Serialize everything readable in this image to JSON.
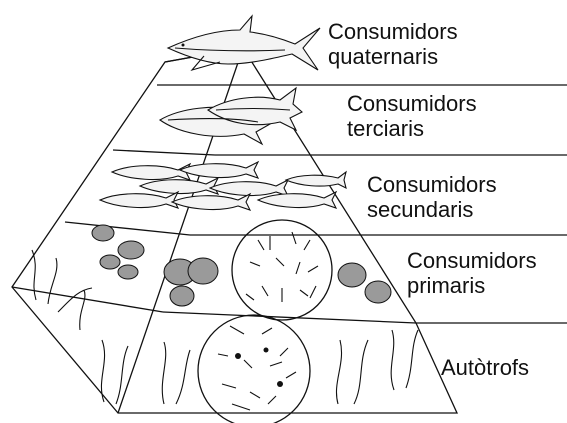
{
  "levels": [
    {
      "lines": [
        "Consumidors",
        "quaternaris"
      ]
    },
    {
      "lines": [
        "Consumidors",
        "terciaris"
      ]
    },
    {
      "lines": [
        "Consumidors",
        "secundaris"
      ]
    },
    {
      "lines": [
        "Consumidors",
        "primaris"
      ]
    },
    {
      "lines": [
        "Autòtrofs"
      ]
    }
  ]
}
